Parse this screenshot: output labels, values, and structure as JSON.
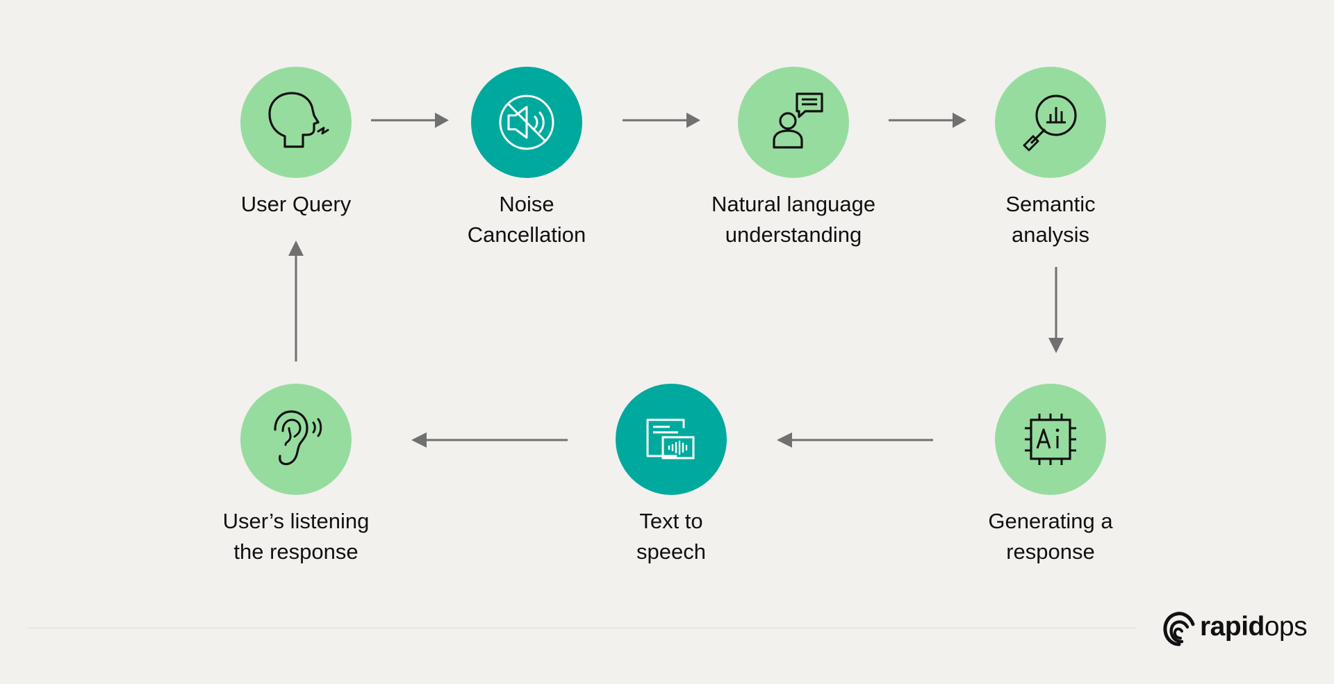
{
  "colors": {
    "background": "#f2f1ee",
    "light_green": "#97dc9f",
    "teal": "#00a99d",
    "arrow": "#707070",
    "icon_dark": "#111111",
    "icon_light": "#ffffff",
    "divider": "#dcdbd7"
  },
  "steps": [
    {
      "id": "user-query",
      "icon": "speaking-head-icon",
      "color": "light_green",
      "lines": [
        "User Query"
      ]
    },
    {
      "id": "noise-cancellation",
      "icon": "mute-speaker-icon",
      "color": "teal",
      "lines": [
        "Noise",
        "Cancellation"
      ]
    },
    {
      "id": "nlu",
      "icon": "person-chat-icon",
      "color": "light_green",
      "lines": [
        "Natural language",
        "understanding"
      ]
    },
    {
      "id": "semantic-analysis",
      "icon": "magnifier-chart-icon",
      "color": "light_green",
      "lines": [
        "Semantic",
        "analysis"
      ]
    },
    {
      "id": "generating-response",
      "icon": "ai-chip-icon",
      "color": "light_green",
      "lines": [
        "Generating a",
        "response"
      ]
    },
    {
      "id": "text-to-speech",
      "icon": "document-audio-icon",
      "color": "teal",
      "lines": [
        "Text to",
        "speech"
      ]
    },
    {
      "id": "user-listening",
      "icon": "ear-icon",
      "color": "light_green",
      "lines": [
        "User’s listening",
        "the response"
      ]
    }
  ],
  "logo": {
    "bold_part": "rapid",
    "light_part": "ops",
    "icon": "rapidops-swirl-icon"
  }
}
